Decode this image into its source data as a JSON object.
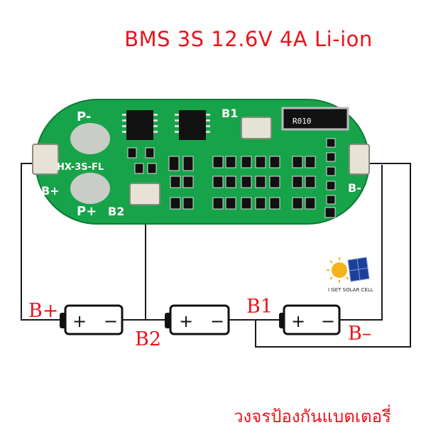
{
  "title": "BMS 3S 12.6V 4A Li-ion",
  "footer": "วงจรป้องกันแบตเตอรี่",
  "logo_text": "I GET SOLAR CELL",
  "board": {
    "silkscreen": {
      "p_minus": "P-",
      "p_plus": "P+",
      "model": "HX-3S-FL",
      "b_plus": "B+",
      "b2": "B2",
      "b1": "B1",
      "b_minus": "B-",
      "resistor": "R010"
    }
  },
  "terminals": {
    "b_plus": "B+",
    "b2": "B2",
    "b1": "B1",
    "b_minus": "B–"
  },
  "battery": {
    "plus": "+",
    "minus": "−"
  },
  "colors": {
    "title": "#e8141c",
    "board": "#17a34a",
    "wire": "#1a1a1a",
    "label": "#e8141c"
  }
}
